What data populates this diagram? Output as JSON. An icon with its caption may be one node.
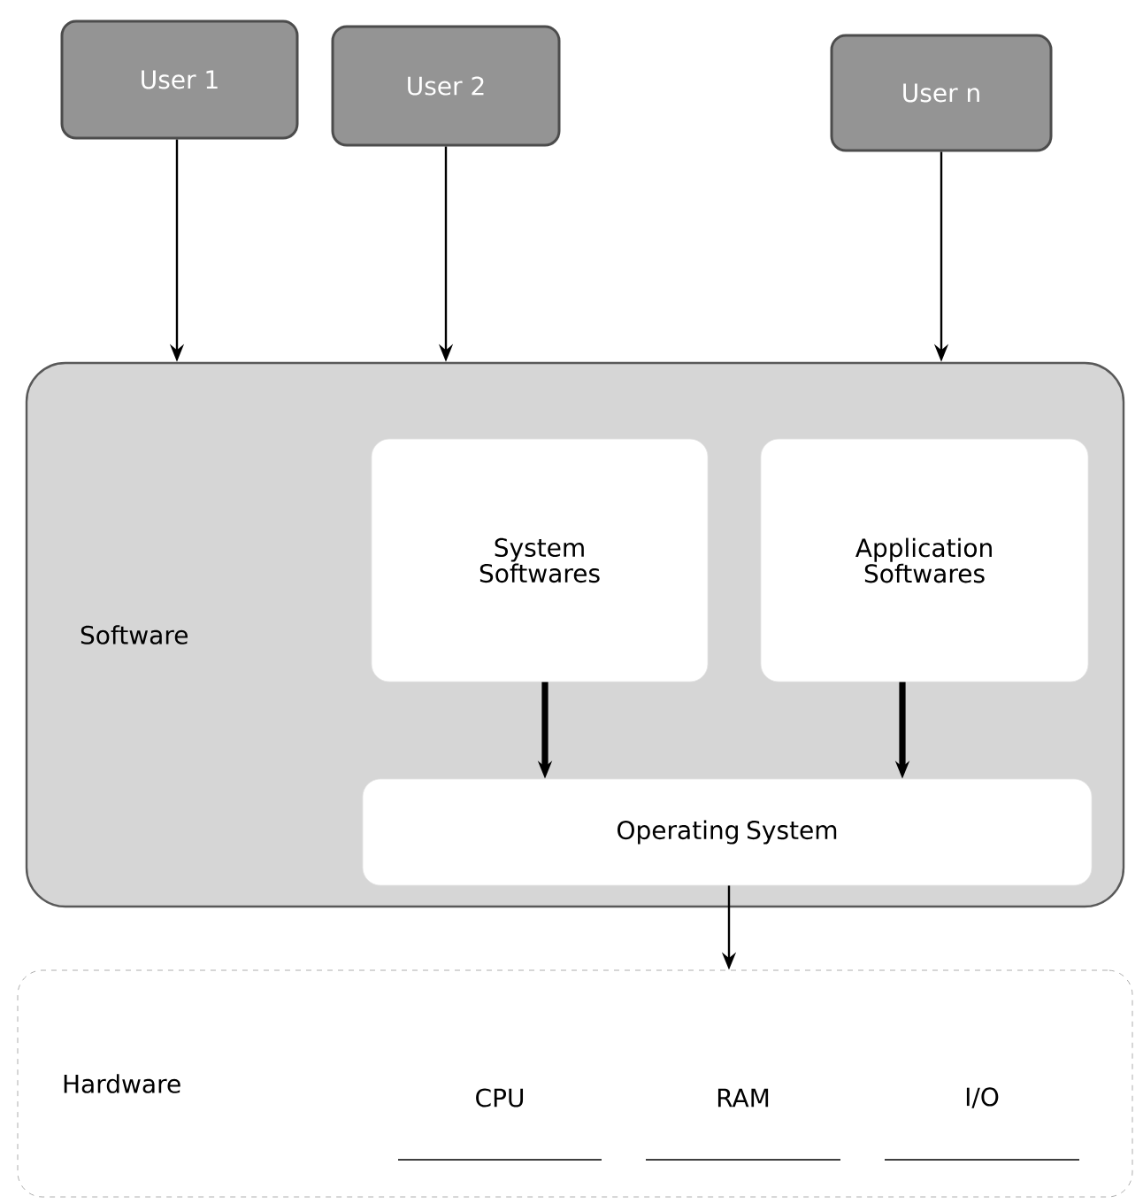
{
  "diagram": {
    "nodes": [
      {
        "text": [
          "User 1"
        ]
      },
      {
        "text": [
          "User 2"
        ]
      },
      {
        "text": [
          "User n"
        ]
      },
      {
        "text": [
          "Software"
        ]
      },
      {
        "text": [
          "System Softwares"
        ],
        "in": 3
      },
      {
        "text": [
          "Application Softwares"
        ],
        "in": 3
      },
      {
        "text": [
          "Operating System"
        ],
        "in": 3
      },
      {
        "text": [
          "Hardware"
        ]
      },
      {
        "text": [
          "CPU"
        ],
        "in": 7
      },
      {
        "text": [
          "RAM"
        ],
        "in": 7
      },
      {
        "text": [
          "I/O"
        ],
        "in": 7
      }
    ],
    "edges": [
      {
        "from": 0,
        "to": 3,
        "arrow": "to"
      },
      {
        "from": 1,
        "to": 3,
        "arrow": "to"
      },
      {
        "from": 2,
        "to": 3,
        "arrow": "to"
      },
      {
        "from": 4,
        "to": 6,
        "arrow": "to",
        "style": "thick"
      },
      {
        "from": 5,
        "to": 6,
        "arrow": "to",
        "style": "thick"
      },
      {
        "from": 6,
        "to": 7,
        "arrow": "to"
      }
    ]
  }
}
